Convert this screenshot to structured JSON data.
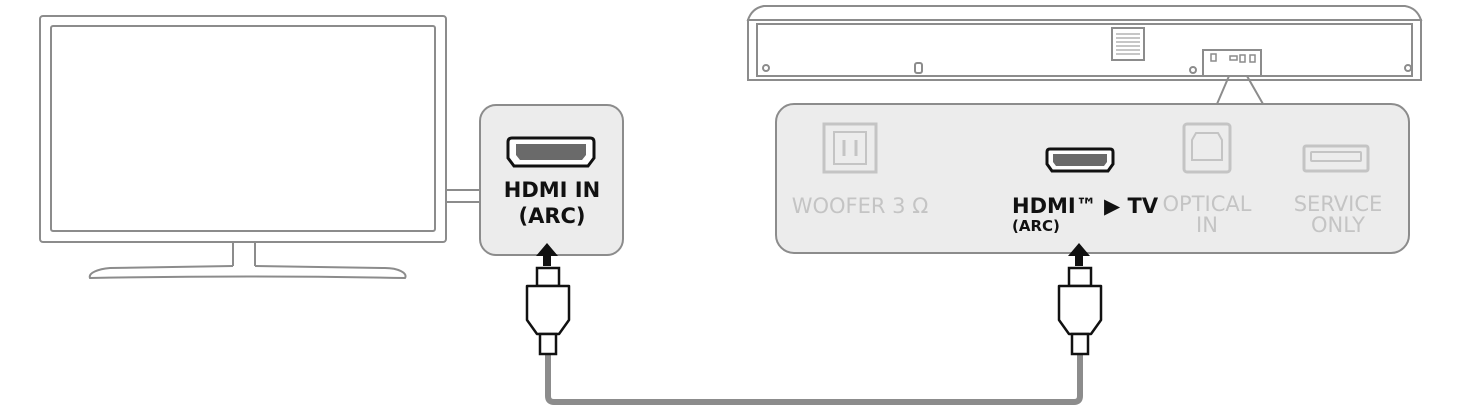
{
  "tv_panel": {
    "label_line1": "HDMI IN",
    "label_line2": "(ARC)"
  },
  "soundbar_panel": {
    "woofer_label": "WOOFER 3 Ω",
    "hdmi_label_main": "HDMI™ ▶ TV",
    "hdmi_label_sub": "(ARC)",
    "optical_line1": "OPTICAL",
    "optical_line2": "IN",
    "service_line1": "SERVICE",
    "service_line2": "ONLY"
  },
  "colors": {
    "outline": "#8c8c8c",
    "panel_fill": "#ececec",
    "port_dark": "#111111",
    "port_faded": "#c4c4c4",
    "label_faded": "#c4c4c4",
    "hdmi_port_fill": "#6a6a6a",
    "cable": "#8c8c8c"
  }
}
